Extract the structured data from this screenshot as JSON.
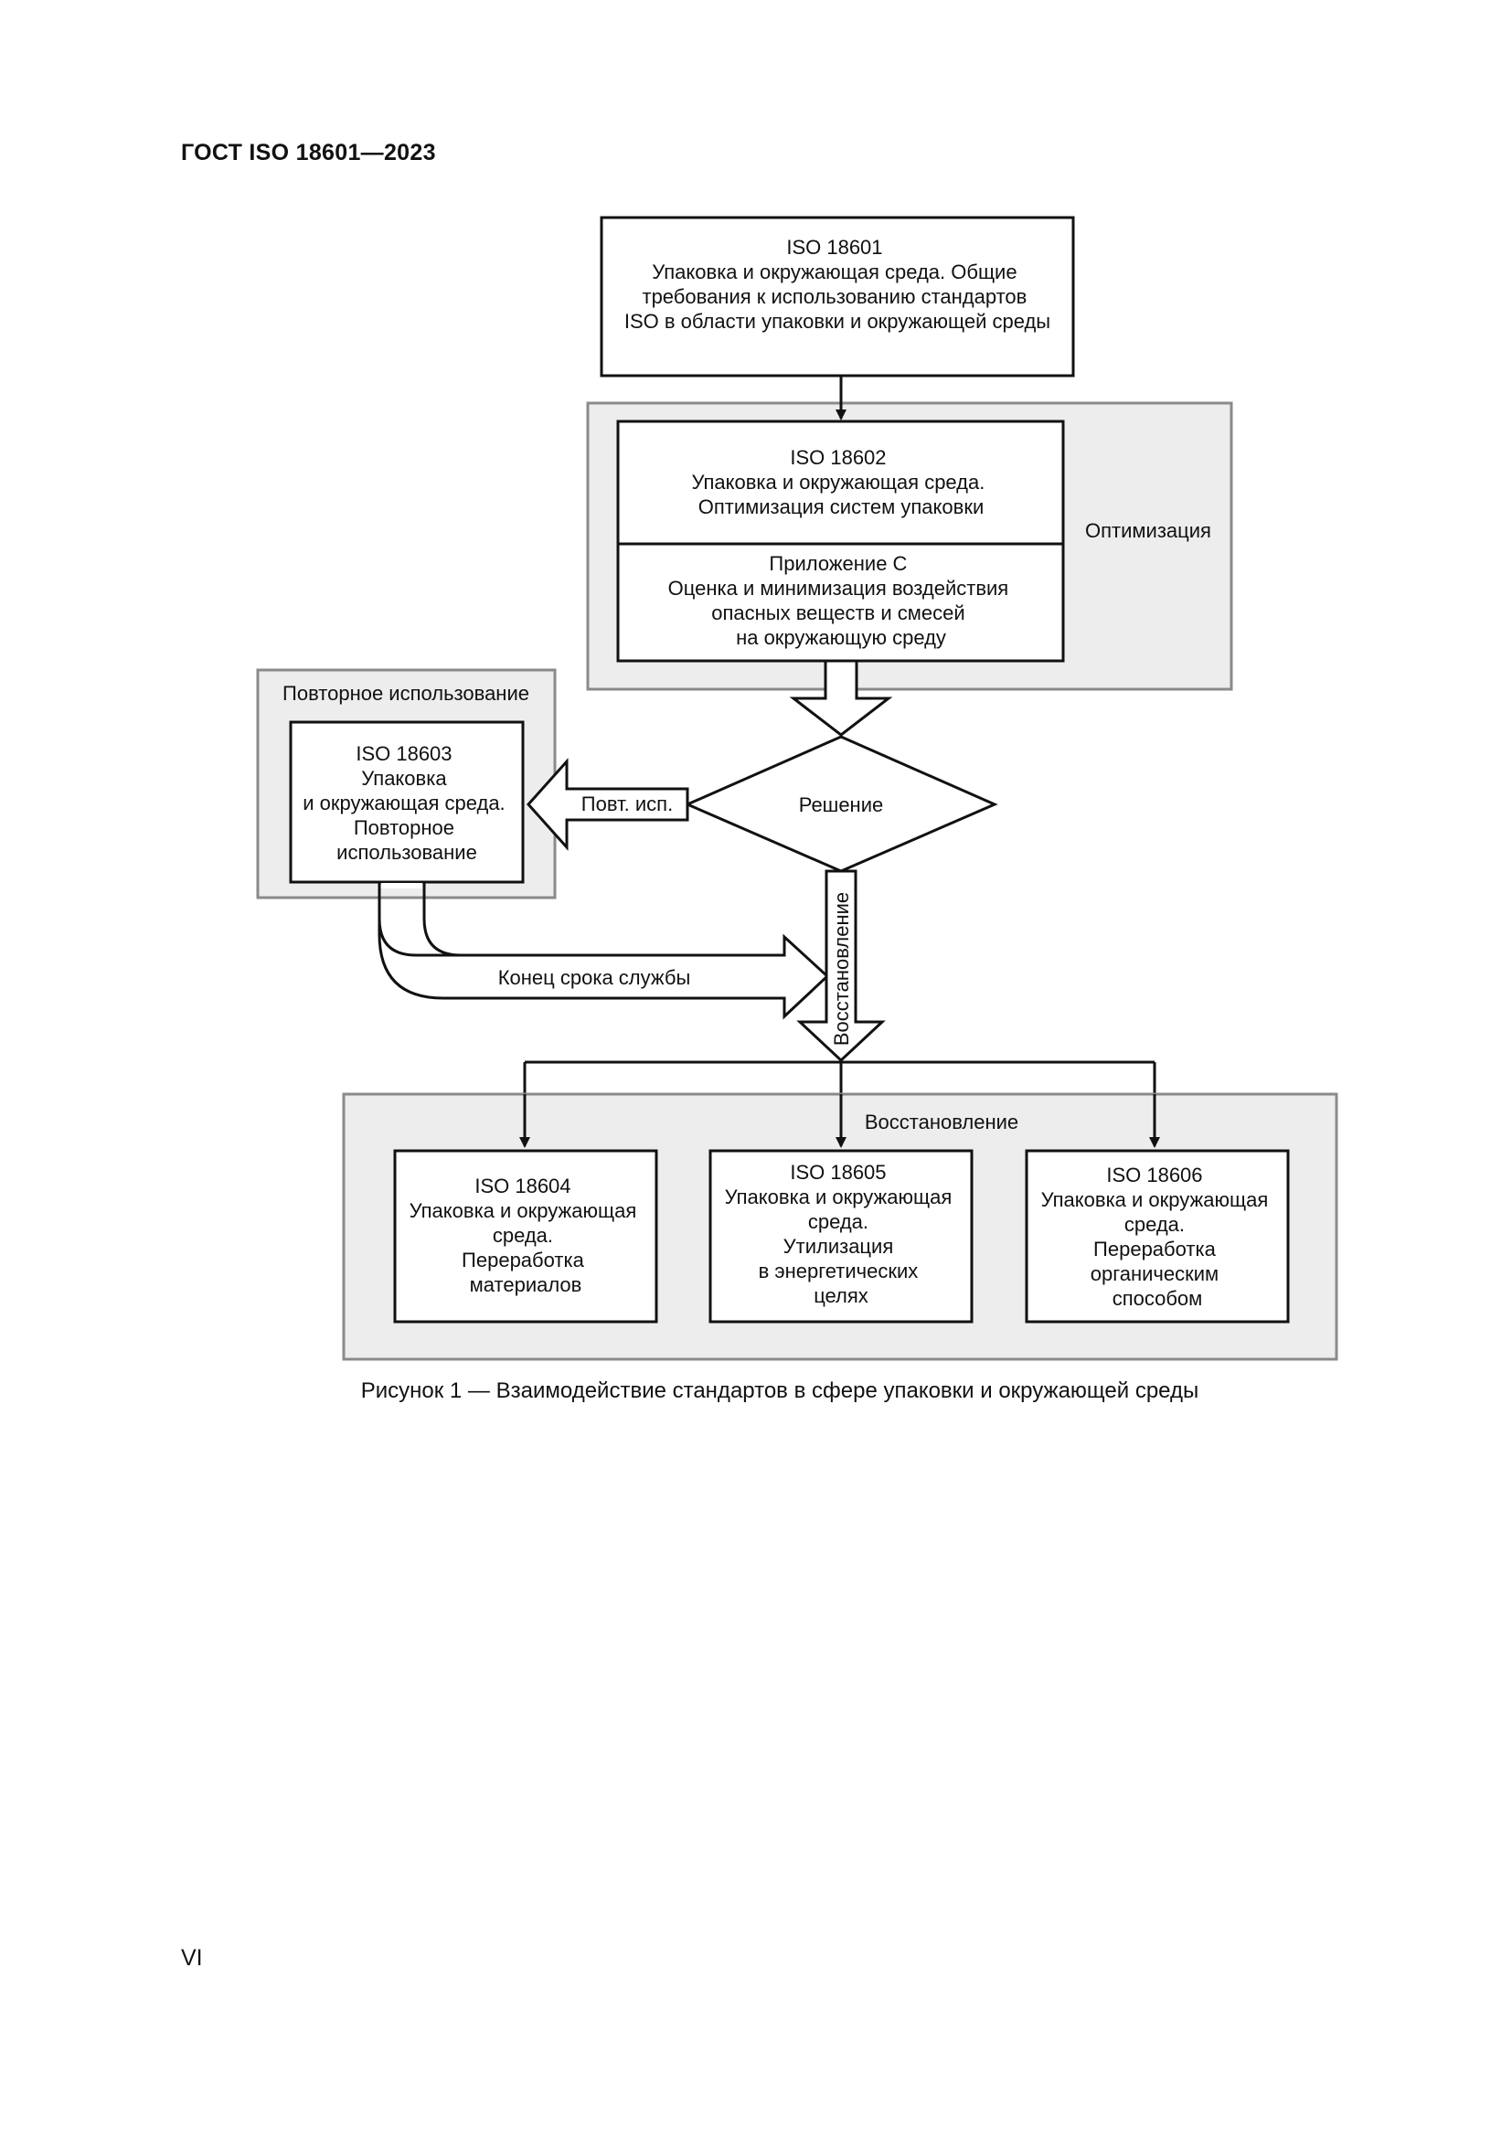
{
  "header": {
    "title": "ГОСТ ISO 18601—2023"
  },
  "diagram": {
    "iso18601": [
      "ISO 18601",
      "Упаковка и окружающая среда. Общие",
      "требования к использованию стандартов",
      "ISO в области упаковки и окружающей среды"
    ],
    "optimization_label": "Оптимизация",
    "iso18602": [
      "ISO 18602",
      "Упаковка и окружающая среда.",
      "Оптимизация систем упаковки"
    ],
    "annex_c": [
      "Приложение С",
      "Оценка и минимизация воздействия",
      "опасных веществ и смесей",
      "на окружающую среду"
    ],
    "reuse_label": "Повторное использование",
    "iso18603": [
      "ISO 18603",
      "Упаковка",
      "и окружающая среда.",
      "Повторное",
      "использование"
    ],
    "reuse_arrow": "Повт. исп.",
    "decision": "Решение",
    "recovery_vertical": "Восстановление",
    "end_of_life": "Конец срока службы",
    "recovery_label": "Восстановление",
    "iso18604": [
      "ISO 18604",
      "Упаковка и окружающая",
      "среда.",
      "Переработка",
      "материалов"
    ],
    "iso18605": [
      "ISO 18605",
      "Упаковка и окружающая",
      "среда.",
      "Утилизация",
      "в энергетических",
      "целях"
    ],
    "iso18606": [
      "ISO 18606",
      "Упаковка и окружающая",
      "среда.",
      "Переработка",
      "органическим",
      "способом"
    ]
  },
  "caption": "Рисунок 1 — Взаимодействие стандартов в сфере упаковки и окружающей среды",
  "page_number": "VI"
}
